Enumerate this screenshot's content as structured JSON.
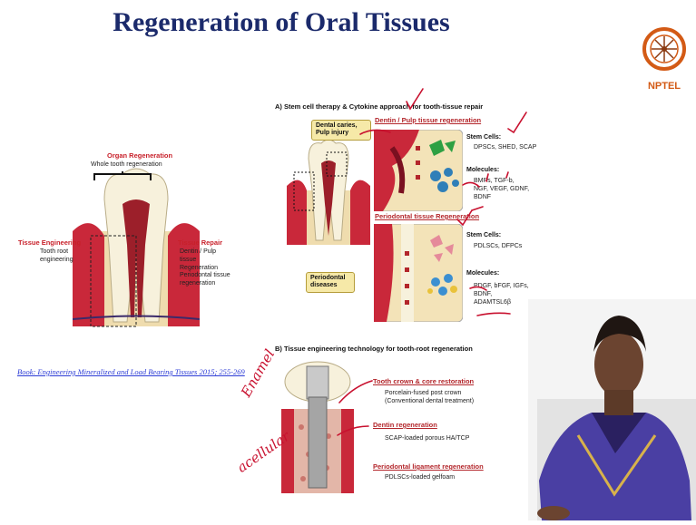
{
  "title": "Regeneration of Oral Tissues",
  "logo": {
    "text": "NPTEL",
    "accent": "#d35a15"
  },
  "left_diagram": {
    "organ_regeneration": "Organ Regeneration",
    "whole_tooth": "Whole tooth regeneration",
    "tissue_engineering": "Tissue Engineering",
    "tooth_root_engineering": "Tooth root engineering",
    "tissue_repair": "Tissue Repair",
    "dentin_pulp_regeneration": "Dentin / Pulp tissue Regeneration",
    "periodontal_regeneration": "Periodontal tissue regeneration"
  },
  "section_a": {
    "heading": "A)  Stem cell therapy & Cytokine approach for tooth-tissue repair",
    "dental_caries": "Dental caries, Pulp injury",
    "periodontal_diseases": "Periodontal diseases",
    "dentin_pulp_title": "Dentin / Pulp tissue regeneration",
    "stem_cells_label_1": "Stem Cells:",
    "stem_cells_1": "DPSCs, SHED, SCAP",
    "molecules_label_1": "Molecules:",
    "molecules_1": "BMPs, TGF-b, NGF, VEGF, GDNF, BDNF",
    "periodontal_title": "Periodontal tissue Regeneration",
    "stem_cells_label_2": "Stem Cells:",
    "stem_cells_2": "PDLSCs, DFPCs",
    "molecules_label_2": "Molecules:",
    "molecules_2": "PDGF, bFGF, IGFs, BDNF, ADAMTSL6β"
  },
  "section_b": {
    "heading": "B)  Tissue engineering technology for tooth-root regeneration",
    "crown_title": "Tooth crown & core restoration",
    "crown_desc": "Porcelain-fused post crown (Conventional dental treatment)",
    "dentin_title": "Dentin regeneration",
    "dentin_desc": "SCAP-loaded porous HA/TCP",
    "pdl_title": "Periodontal ligament regeneration",
    "pdl_desc": "PDLSCs-loaded gelfoam"
  },
  "book_ref": "Book: Engineering Mineralized and Load Bearing Tissues 2015; 255-269",
  "annotations": {
    "word1": "Enamel",
    "word2": "acellular"
  },
  "colors": {
    "title": "#1b2a6b",
    "red": "#c8202a",
    "link": "#2b3bd6",
    "gum": "#c9283a",
    "bone": "#efdcae"
  }
}
